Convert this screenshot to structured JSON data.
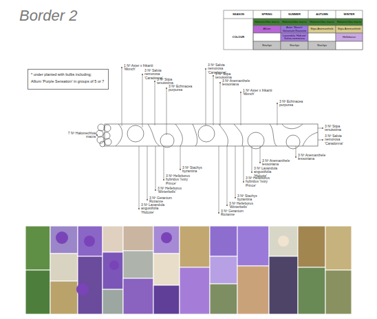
{
  "diagram": {
    "title": "Border 2",
    "nodes": [
      {
        "text": [
          "* under planted with bulbs including;",
          "Allium 'Purple Sensation' in groups of 5 or 7"
        ]
      }
    ],
    "labels": [
      "SEASON",
      "SPRING",
      "SUMMER",
      "AUTUMN",
      "WINTER",
      "Hakonechloa macra",
      "Hakonechloa macra",
      "Hakonechloa macra",
      "Hakonechloa macra",
      "COLOUR",
      "Allium",
      "Aster 'Monch' Geranium Rozanne",
      "Stipa Anemanthele",
      "Stipa Anemanthele",
      "Lavandula 'Hidcote' Salvia nemorosa",
      "Helleborus",
      "Stachys",
      "Stachys",
      "Stachys",
      "1 Nº Aster x frikartii 'Monch'",
      "3 Nº Salvia nemorosa 'Caradonna'",
      "3 Nº Stipa tenuissima",
      "3 Nº Echinacea purpurea",
      "3 Nº Salvia nemorosa 'Caradonna'",
      "3 Nº Stipa tenuissima",
      "3 Nº Anemanthele lessoniana",
      "1 Nº Aster x frikartii 'Monch'",
      "3 Nº Echinacea purpurea",
      "7 Nº Hakonechloa macra",
      "3 Nº Stipa tenuissima",
      "3 Nº Salvia nemorosa 'Caradonna'",
      "3 Nº Stachys byzantina",
      "3 Nº Helleborus hybridus 'Ivory Prince'",
      "3 Nº Helleborus 'Winterbells'",
      "3 Nº Geranium Rozanne",
      "3 Nº Lavandula angustifolia 'Hidcote'",
      "3 Nº Geranium Rozanne",
      "3 Nº Helleborus 'Winterbells'",
      "3 Nº Stachys byzantina",
      "3 Nº Helleborus hybridus 'Ivory Prince'",
      "3 Nº Lavandula angustifolia 'Hidcote'",
      "3 Nº Anemanthele lessoniana",
      "3 Nº Anemanthele lessoniana"
    ]
  }
}
